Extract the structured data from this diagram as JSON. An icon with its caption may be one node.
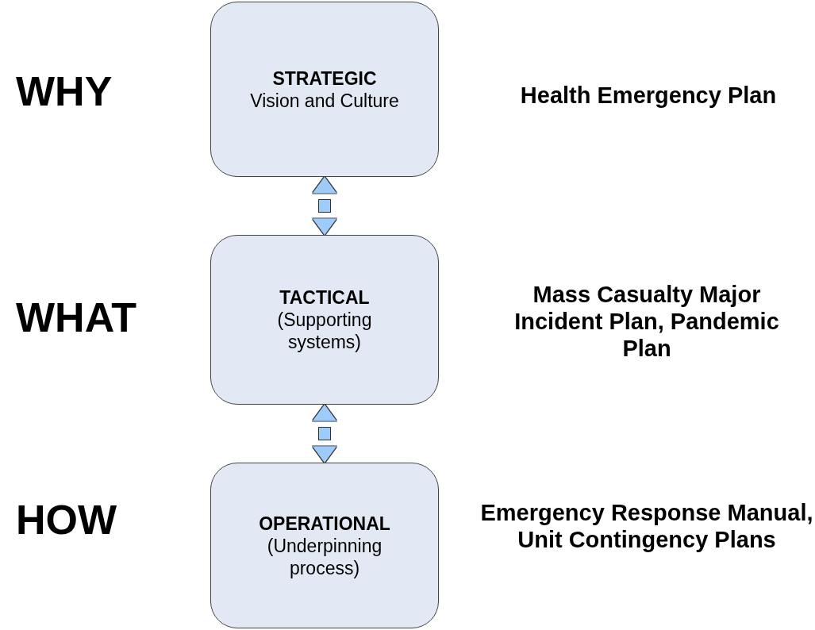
{
  "diagram": {
    "nodes": [
      {
        "text": [
          "STRATEGIC",
          "Vision and Culture"
        ]
      },
      {
        "text": [
          "TACTICAL",
          "(Supporting systems)"
        ]
      },
      {
        "text": [
          "OPERATIONAL",
          "(Underpinning process)"
        ]
      }
    ],
    "edges": [
      {
        "from": 0,
        "to": 1,
        "arrow": "both"
      },
      {
        "from": 1,
        "to": 2,
        "arrow": "both"
      }
    ],
    "labels": [
      "WHY",
      "Health Emergency Plan",
      "WHAT",
      "Mass Casualty Major Incident Plan, Pandemic Plan",
      "HOW",
      "Emergency Response Manual, Unit Contingency Plans"
    ]
  }
}
